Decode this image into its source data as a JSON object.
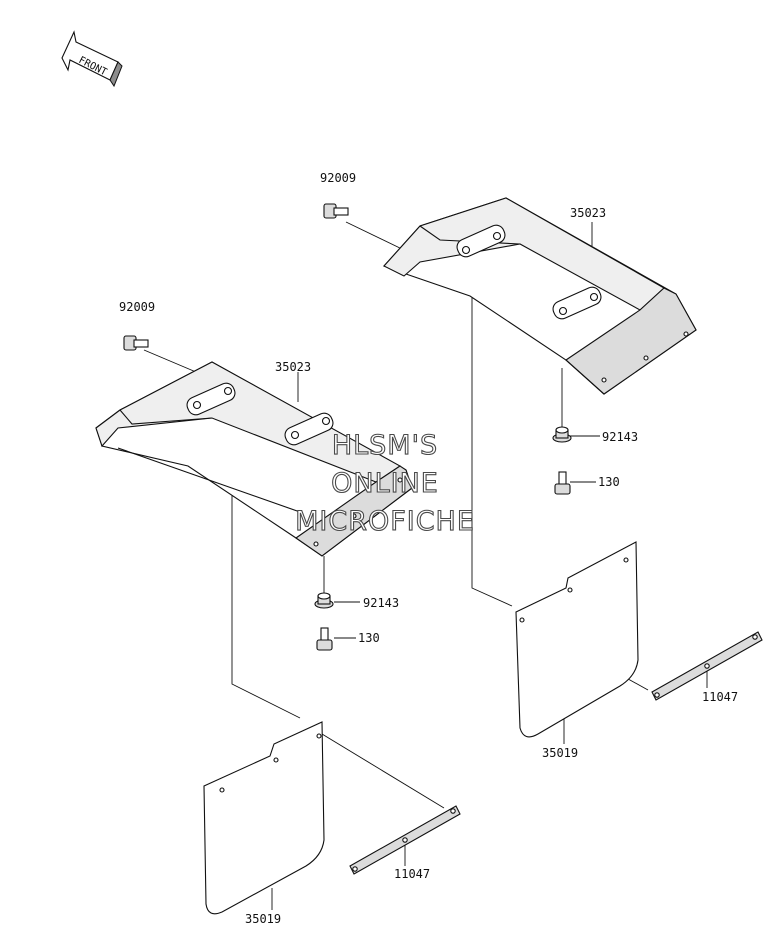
{
  "front_arrow": {
    "label": "FRONT"
  },
  "labels": {
    "bolt_top": "92009",
    "bolt_left": "92009",
    "flap_top": "35023",
    "flap_left": "35023",
    "collar_right": "92143",
    "bolt130_right": "130",
    "collar_left": "92143",
    "bolt130_left": "130",
    "plate_right": "11047",
    "mudflap_right": "35019",
    "plate_left": "11047",
    "mudflap_left": "35019"
  },
  "watermark": {
    "line1": "HLSM'S",
    "line2": "ONLINE",
    "line3": "MICROFICHE"
  }
}
